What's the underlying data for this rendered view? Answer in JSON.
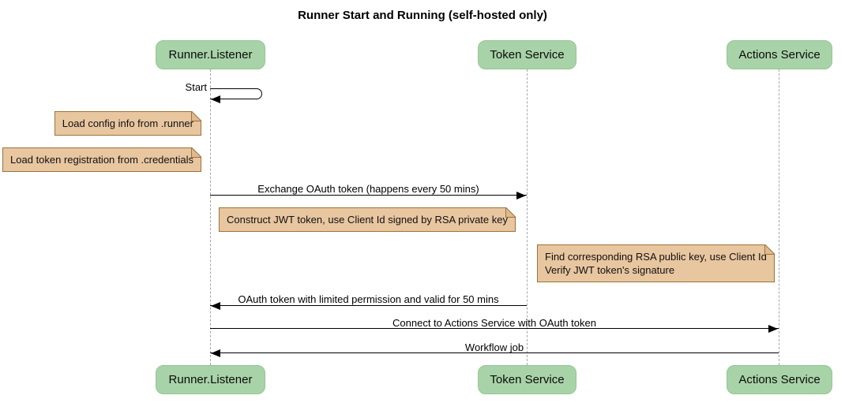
{
  "title": "Runner Start and Running (self-hosted only)",
  "actors": {
    "runner": "Runner.Listener",
    "token": "Token Service",
    "actions": "Actions Service"
  },
  "messages": {
    "self_start": "Start",
    "exchange": "Exchange OAuth token (happens every 50 mins)",
    "oauth_return": "OAuth token with limited permission and valid for 50 mins",
    "connect": "Connect to Actions Service with OAuth token",
    "workflow": "Workflow job"
  },
  "notes": {
    "load_config": "Load config info from .runner",
    "load_token": "Load token registration from .credentials",
    "construct_jwt": "Construct JWT token, use Client Id signed by RSA private key",
    "verify_jwt": "Find corresponding RSA public key, use Client Id\nVerify JWT token's signature"
  },
  "colors": {
    "actor_fill": "#a8d3a8",
    "actor_border": "#94c594",
    "note_fill": "#e8c6a0",
    "note_border": "#9b733a",
    "lifeline": "#a6a6a6",
    "arrow": "#000000",
    "background": "#ffffff"
  }
}
